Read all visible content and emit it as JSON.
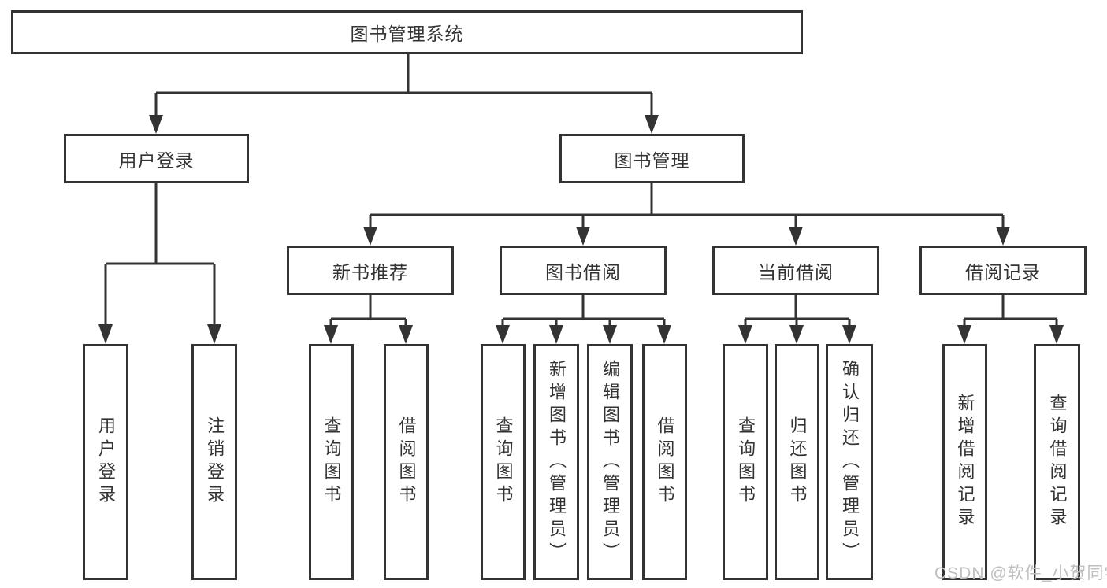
{
  "diagram": {
    "title": "图书管理系统",
    "nodes": {
      "root": "图书管理系统",
      "user_login": "用户登录",
      "book_mgmt": "图书管理",
      "new_book_rec": "新书推荐",
      "book_borrow": "图书借阅",
      "current_borrow": "当前借阅",
      "borrow_record": "借阅记录",
      "leaf_user_login": "用户登录",
      "leaf_logout": "注销登录",
      "leaf_nbr_query": "查询图书",
      "leaf_nbr_borrow": "借阅图书",
      "leaf_bb_query": "查询图书",
      "leaf_bb_add": "新增图书（管理员）",
      "leaf_bb_edit": "编辑图书（管理员）",
      "leaf_bb_borrow": "借阅图书",
      "leaf_cb_query": "查询图书",
      "leaf_cb_return": "归还图书",
      "leaf_cb_confirm": "确认归还（管理员）",
      "leaf_br_add": "新增借阅记录",
      "leaf_br_query": "查询借阅记录"
    },
    "colors": {
      "line": "#333333",
      "text": "#333333",
      "background": "#ffffff",
      "watermark_color": "#bfbfbf"
    }
  },
  "watermark": "CSDN @软件_小贺同学"
}
